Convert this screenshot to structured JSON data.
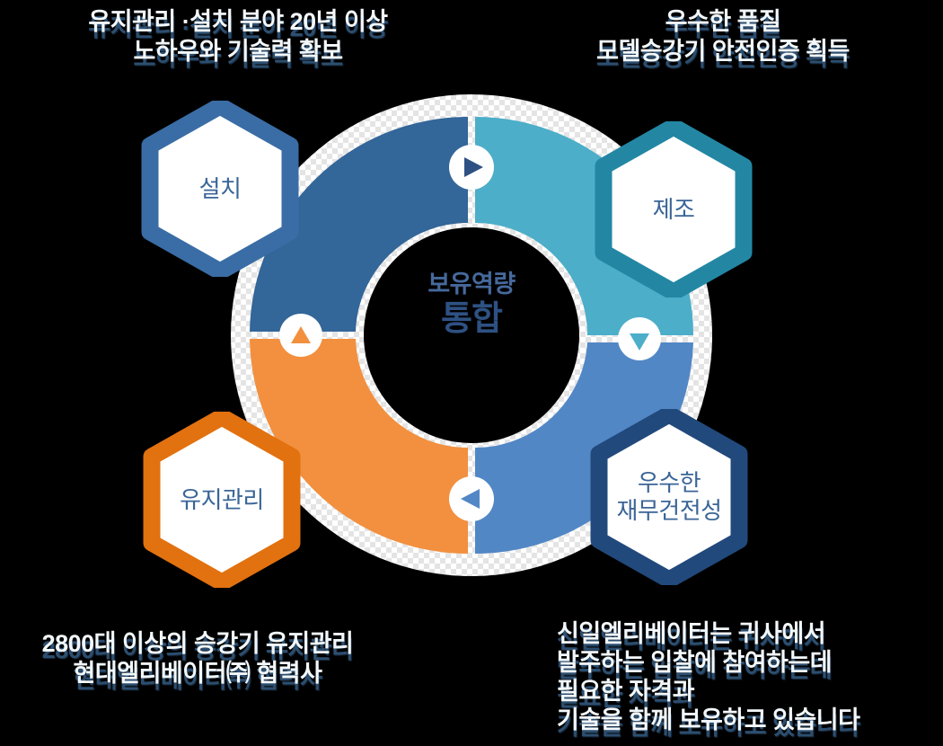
{
  "captions": {
    "top_left": "유지관리 ·설치 분야 20년 이상\n노하우와 기술력 확보",
    "top_right": "우수한 품질\n모델승강기 안전인증 획득",
    "bottom_left": "2800대 이상의 승강기 유지관리\n현대엘리베이터㈜ 협력사",
    "bottom_right": "신일엘리베이터는 귀사에서\n발주하는 입찰에 참여하는데\n필요한 자격과\n기술을 함께 보유하고 있습니다"
  },
  "center": {
    "subtitle": "보유역량",
    "title": "통합",
    "subtitle_color": "#46699c",
    "title_color": "#2e5183"
  },
  "nodes": [
    {
      "id": "install",
      "label": "설치",
      "border_color": "#3a6da5",
      "fill": "#ffffff",
      "text_color": "#3a6597"
    },
    {
      "id": "manufacture",
      "label": "제조",
      "border_color": "#2387a4",
      "fill": "#ffffff",
      "text_color": "#3a6597"
    },
    {
      "id": "finance",
      "label": "우수한\n재무건전성",
      "border_color": "#21497c",
      "fill": "#ffffff",
      "text_color": "#3a6597"
    },
    {
      "id": "maintain",
      "label": "유지관리",
      "border_color": "#e2710f",
      "fill": "#ffffff",
      "text_color": "#3a6597"
    }
  ],
  "chart_data": {
    "type": "pie",
    "title": "보유역량 통합",
    "categories": [
      "설치",
      "제조",
      "우수한 재무건전성",
      "유지관리"
    ],
    "values": [
      25,
      25,
      25,
      25
    ],
    "colors": [
      "#336699",
      "#4caec9",
      "#5287c6",
      "#f2903f"
    ],
    "legend": "none",
    "grid": false,
    "note": "4-segment donut, each quadrant equal (25%)"
  },
  "arrows": [
    {
      "id": "top",
      "direction": "right",
      "color": "#2e5183"
    },
    {
      "id": "right",
      "direction": "down",
      "color": "#4caec9"
    },
    {
      "id": "bottom",
      "direction": "left",
      "color": "#5287c6"
    },
    {
      "id": "left",
      "direction": "up",
      "color": "#f2903f"
    }
  ],
  "palette": {
    "background": "#000000",
    "ring": "#e9e9e9",
    "caption_text": "#f2f7fa",
    "caption_shadow": "#2f5275"
  }
}
